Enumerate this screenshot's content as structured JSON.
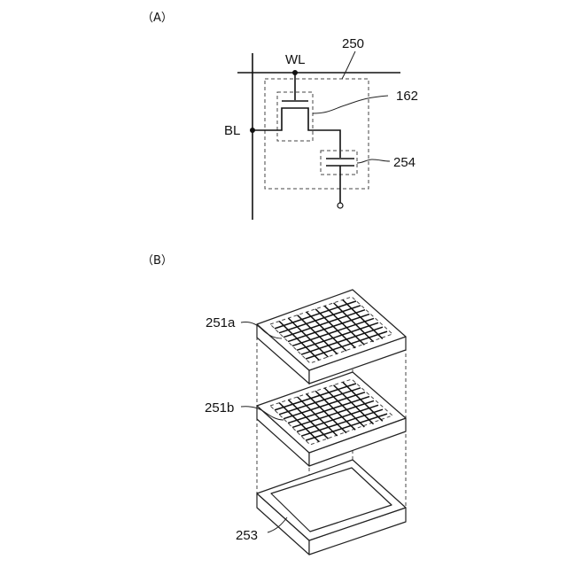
{
  "panel_a": {
    "label": "（A）",
    "wl": "WL",
    "bl": "BL",
    "cell": "250",
    "transistor": "162",
    "capacitor": "254"
  },
  "panel_b": {
    "label": "（B）",
    "layer_top": "251a",
    "layer_mid": "251b",
    "layer_bottom": "253"
  }
}
